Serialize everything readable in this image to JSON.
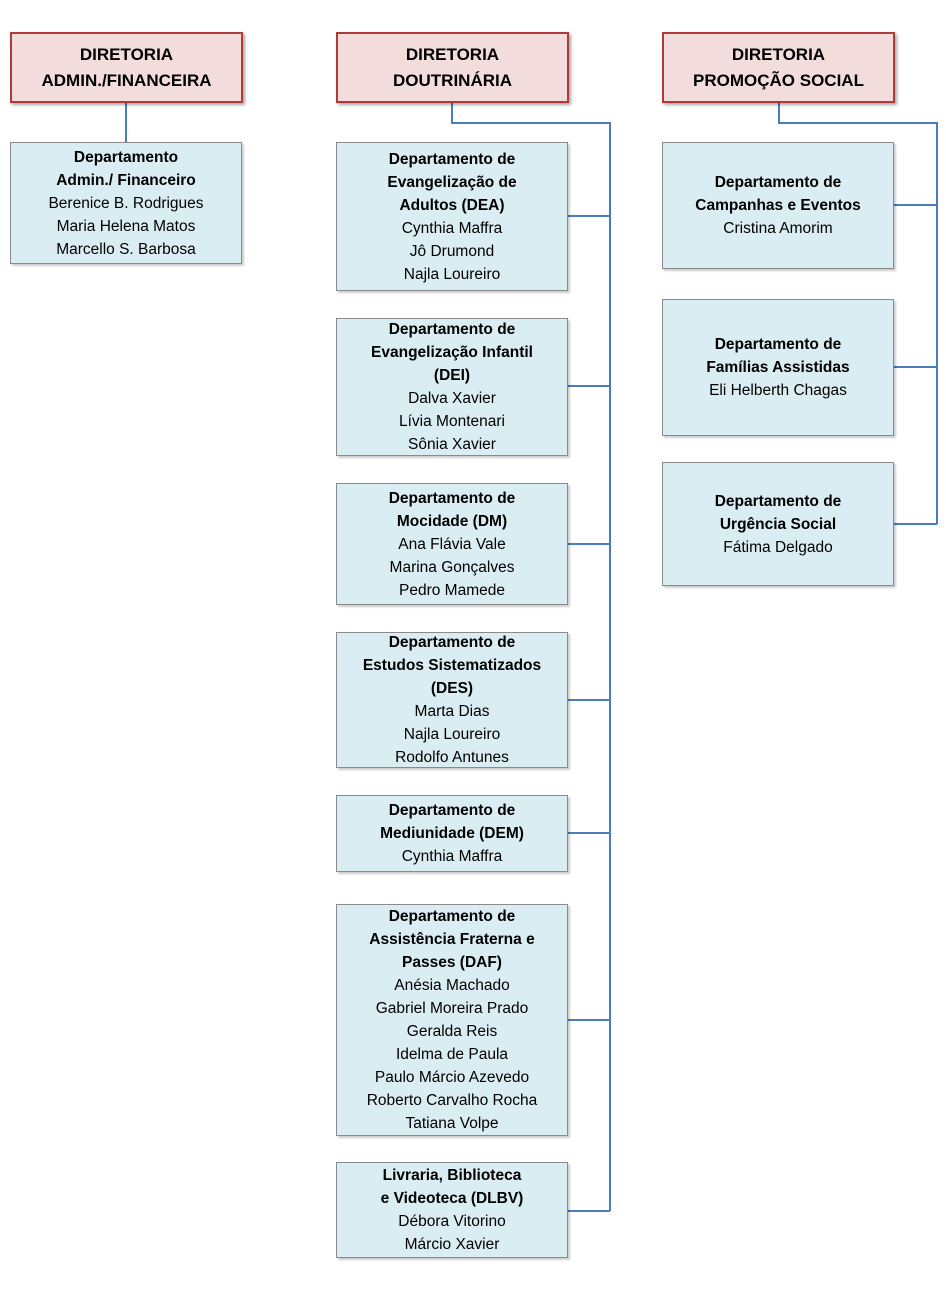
{
  "directories": {
    "admin": {
      "line1": "DIRETORIA",
      "line2": "ADMIN./FINANCEIRA"
    },
    "doutrinaria": {
      "line1": "DIRETORIA",
      "line2": "DOUTRINÁRIA"
    },
    "promocao": {
      "line1": "DIRETORIA",
      "line2": "PROMOÇÃO SOCIAL"
    }
  },
  "departments": {
    "admin_fin": {
      "title": [
        "Departamento",
        "Admin./ Financeiro"
      ],
      "members": [
        "Berenice B. Rodrigues",
        "Maria Helena Matos",
        "Marcello S. Barbosa"
      ]
    },
    "dea": {
      "title": [
        "Departamento de",
        "Evangelização de",
        "Adultos (DEA)"
      ],
      "members": [
        "Cynthia Maffra",
        "Jô Drumond",
        "Najla Loureiro"
      ]
    },
    "dei": {
      "title": [
        "Departamento de",
        "Evangelização Infantil",
        "(DEI)"
      ],
      "members": [
        "Dalva Xavier",
        "Lívia Montenari",
        "Sônia Xavier"
      ]
    },
    "dm": {
      "title": [
        "Departamento de",
        "Mocidade (DM)"
      ],
      "members": [
        "Ana Flávia Vale",
        "Marina Gonçalves",
        "Pedro Mamede"
      ]
    },
    "des": {
      "title": [
        "Departamento de",
        "Estudos Sistematizados",
        "(DES)"
      ],
      "members": [
        "Marta Dias",
        "Najla Loureiro",
        "Rodolfo Antunes"
      ]
    },
    "dem": {
      "title": [
        "Departamento de",
        "Mediunidade (DEM)"
      ],
      "members": [
        "Cynthia Maffra"
      ]
    },
    "daf": {
      "title": [
        "Departamento de",
        "Assistência Fraterna e",
        "Passes (DAF)"
      ],
      "members": [
        "Anésia Machado",
        "Gabriel Moreira Prado",
        "Geralda Reis",
        "Idelma de Paula",
        "Paulo Márcio Azevedo",
        "Roberto Carvalho Rocha",
        "Tatiana Volpe"
      ]
    },
    "dlbv": {
      "title": [
        "Livraria, Biblioteca",
        "e Videoteca (DLBV)"
      ],
      "members": [
        "Débora Vitorino",
        "Márcio Xavier"
      ]
    },
    "campanhas": {
      "title": [
        "Departamento de",
        "Campanhas e Eventos"
      ],
      "members": [
        "Cristina Amorim"
      ]
    },
    "familias": {
      "title": [
        "Departamento de",
        "Famílias Assistidas"
      ],
      "members": [
        "Eli Helberth Chagas"
      ]
    },
    "urgencia": {
      "title": [
        "Departamento de",
        "Urgência Social"
      ],
      "members": [
        "Fátima Delgado"
      ]
    }
  },
  "colors": {
    "director_fill": "#f2dcdc",
    "director_border": "#b03a3a",
    "dept_fill": "#daedf3",
    "connector": "#4a7ebb"
  }
}
